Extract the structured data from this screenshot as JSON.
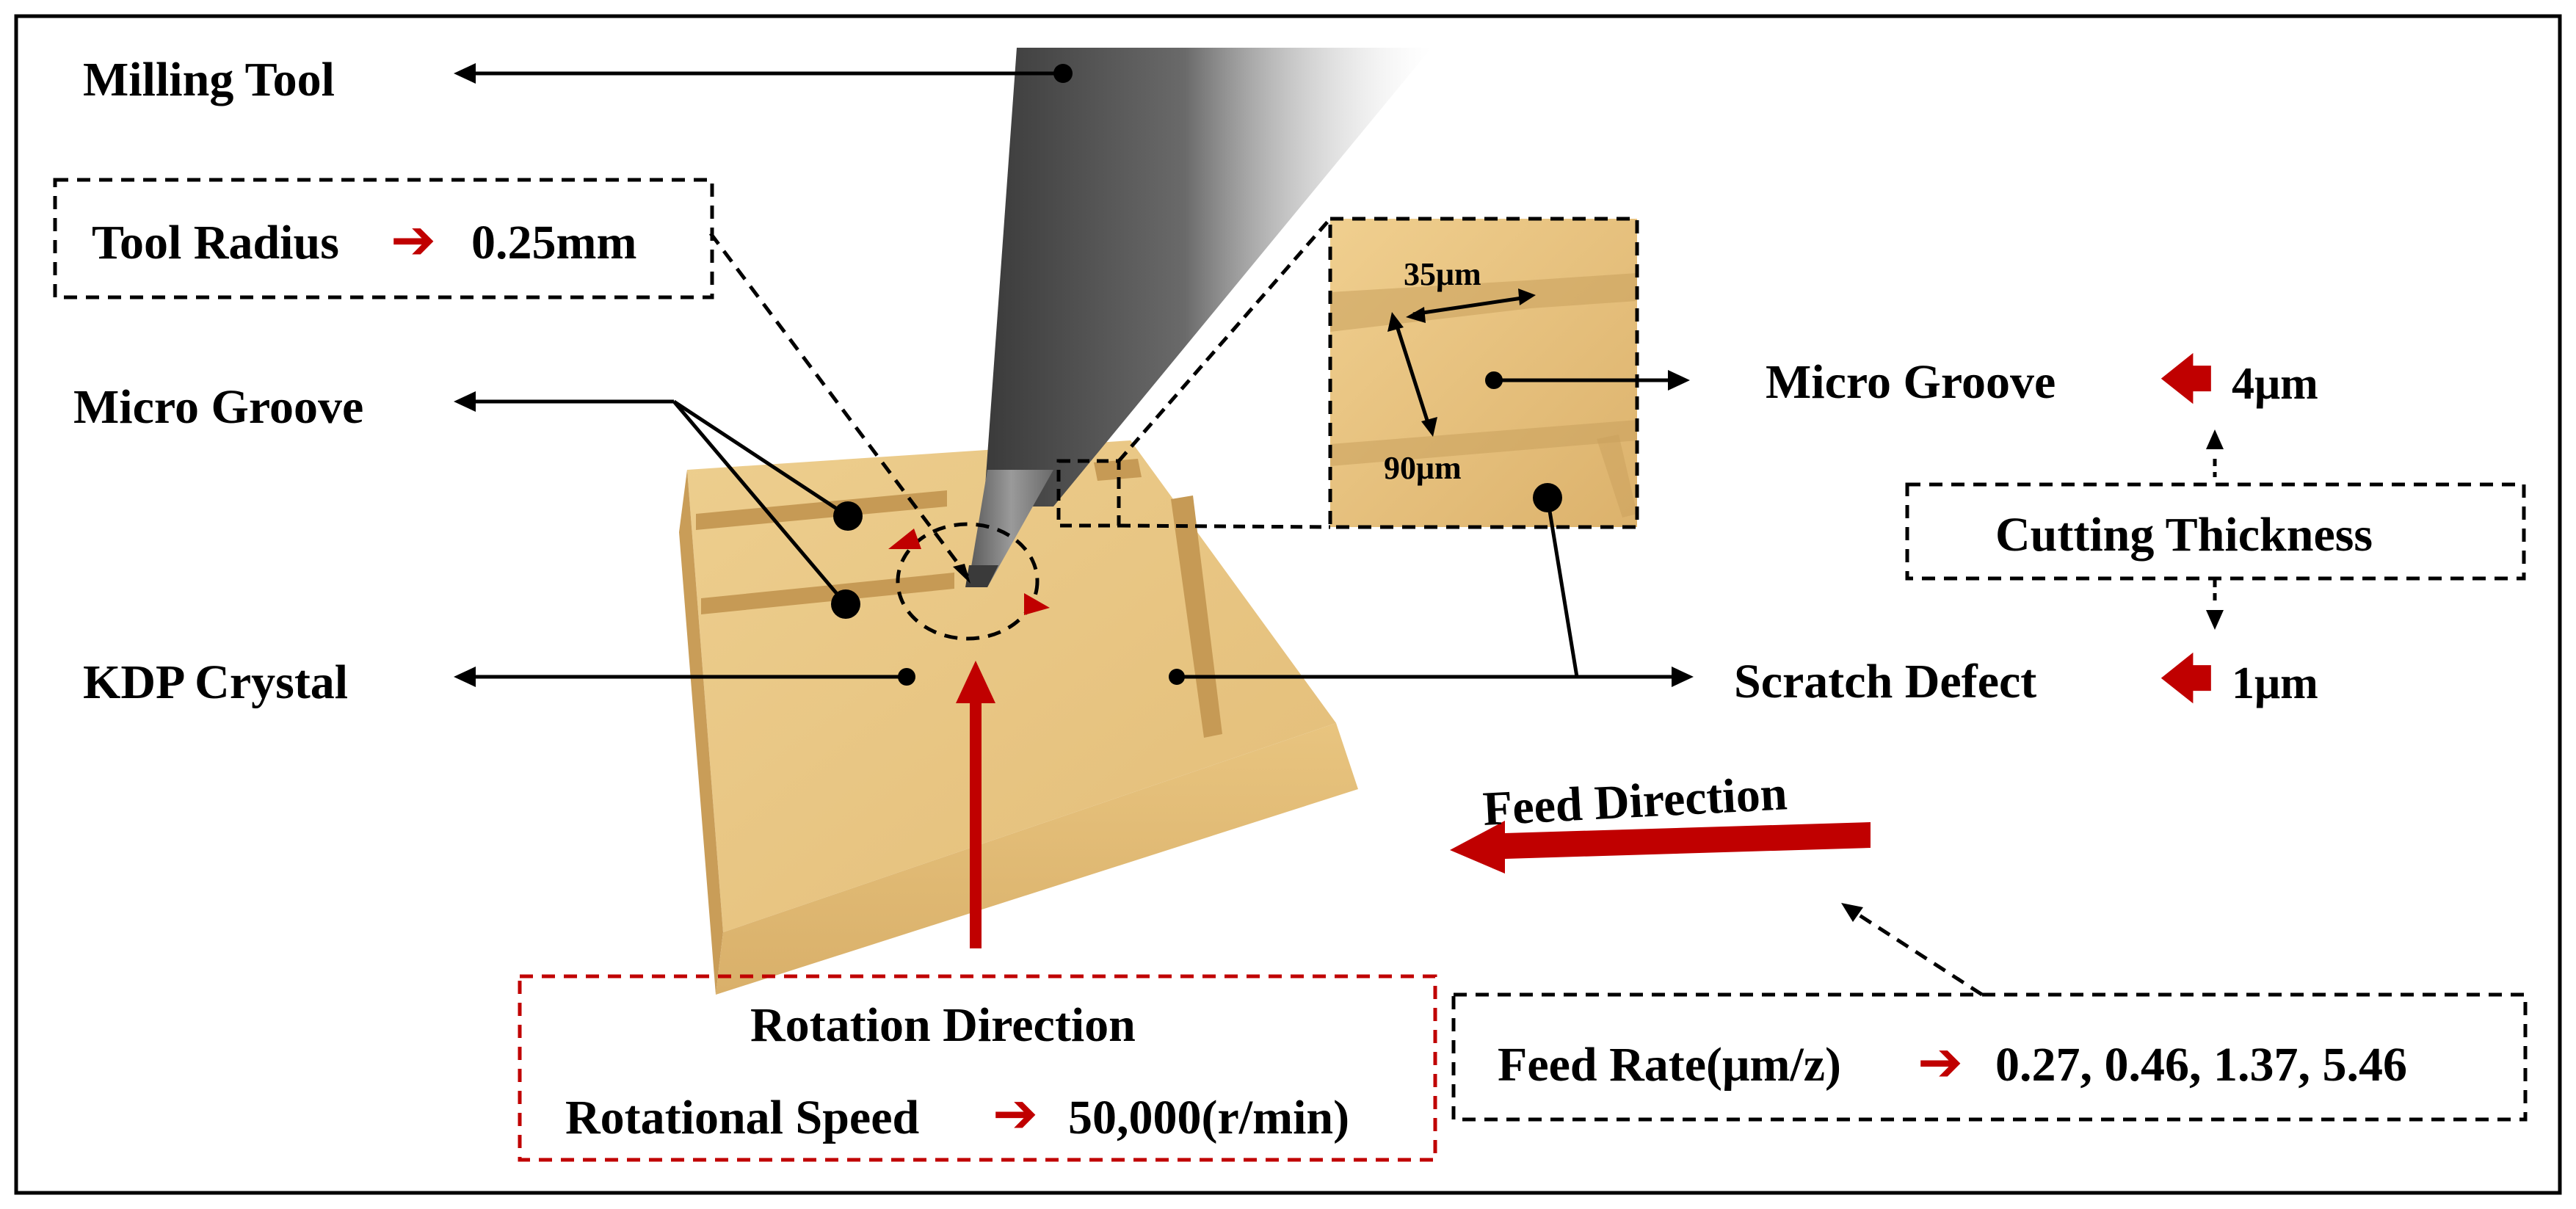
{
  "labels": {
    "milling_tool": "Milling Tool",
    "tool_radius": "Tool Radius",
    "tool_radius_value": "0.25mm",
    "micro_groove_left": "Micro Groove",
    "kdp_crystal": "KDP Crystal",
    "micro_groove_right": "Micro Groove",
    "micro_groove_value": "4μm",
    "cutting_thickness": "Cutting Thickness",
    "scratch_defect": "Scratch Defect",
    "scratch_value": "1μm",
    "feed_direction": "Feed Direction",
    "rotation_direction": "Rotation Direction",
    "rotational_speed": "Rotational Speed",
    "rotational_speed_value": "50,000(r/min)",
    "feed_rate": "Feed Rate(μm/z)",
    "feed_rate_values": "0.27, 0.46, 1.37, 5.46",
    "inset_width": "35μm",
    "inset_spacing": "90μm"
  },
  "icons": {
    "value_pointer": "right-arrow-icon",
    "left_pointer": "left-arrow-icon"
  },
  "colors": {
    "accent_red": "#c00000",
    "crystal": "#e6c079",
    "tool_gray": "#6e6e6e"
  }
}
